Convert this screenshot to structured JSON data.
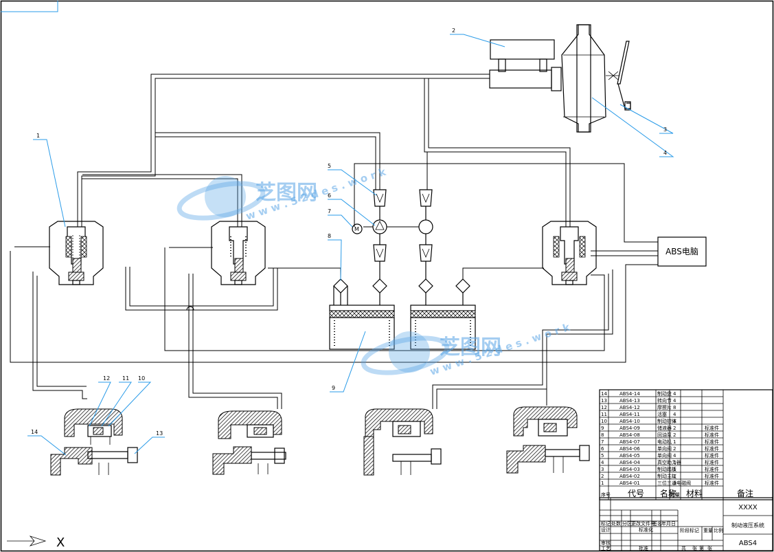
{
  "diagram": {
    "ecu_label": "ABS电脑",
    "callouts": [
      "1",
      "2",
      "3",
      "4",
      "5",
      "6",
      "7",
      "8",
      "9",
      "10",
      "11",
      "12",
      "13",
      "14"
    ],
    "watermarks": [
      {
        "brand": "芝图网",
        "url": "w w w . 5 2 d e s . w o r k"
      },
      {
        "brand": "芝图网",
        "url": "w w w . 5 2 d e s . w o r k"
      }
    ]
  },
  "parts_list": {
    "rows": [
      {
        "no": "14",
        "code": "ABS4-14",
        "name": "制动盘",
        "qty": "4",
        "note": ""
      },
      {
        "no": "13",
        "code": "ABS4-13",
        "name": "转向节",
        "qty": "4",
        "note": ""
      },
      {
        "no": "12",
        "code": "ABS4-12",
        "name": "摩擦片",
        "qty": "8",
        "note": ""
      },
      {
        "no": "11",
        "code": "ABS4-11",
        "name": "活塞",
        "qty": "4",
        "note": ""
      },
      {
        "no": "10",
        "code": "ABS4-10",
        "name": "制动钳体",
        "qty": "4",
        "note": ""
      },
      {
        "no": "9",
        "code": "ABS4-09",
        "name": "储液器",
        "qty": "2",
        "note": "标准件"
      },
      {
        "no": "8",
        "code": "ABS4-08",
        "name": "回油泵",
        "qty": "2",
        "note": "标准件"
      },
      {
        "no": "7",
        "code": "ABS4-07",
        "name": "电动机",
        "qty": "1",
        "note": "标准件"
      },
      {
        "no": "6",
        "code": "ABS4-06",
        "name": "单向阀",
        "qty": "2",
        "note": "标准件"
      },
      {
        "no": "5",
        "code": "ABS4-05",
        "name": "单向阀",
        "qty": "4",
        "note": "标准件"
      },
      {
        "no": "4",
        "code": "ABS4-04",
        "name": "真空助力器",
        "qty": "1",
        "note": "标准件"
      },
      {
        "no": "3",
        "code": "ABS4-03",
        "name": "制动踏板",
        "qty": "1",
        "note": "标准件"
      },
      {
        "no": "2",
        "code": "ABS4-02",
        "name": "制动主缸",
        "qty": "1",
        "note": "标准件"
      },
      {
        "no": "1",
        "code": "ABS4-01",
        "name": "三位三通电磁阀",
        "qty": "3",
        "note": "标准件"
      }
    ],
    "header": {
      "no": "序号",
      "code": "代号",
      "name": "名称",
      "qty": "数量",
      "material": "材料",
      "note": "备注"
    }
  },
  "title_block": {
    "project": "XXXX",
    "drawing_title": "制动液压系统",
    "drawing_no": "ABS4",
    "labels": [
      "标记",
      "处数",
      "分区",
      "更改文件号",
      "签名",
      "年月日",
      "设计",
      "标准化",
      "阶段标记",
      "重量",
      "比例",
      "审核",
      "工艺",
      "批准",
      "共",
      "张",
      "第",
      "张"
    ]
  },
  "corner": {
    "symbol": "X"
  }
}
